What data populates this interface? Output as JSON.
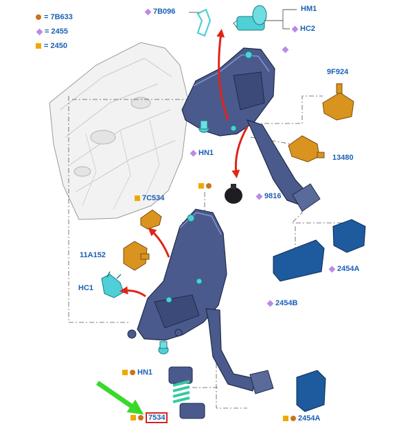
{
  "colors": {
    "label": "#1a5fb4",
    "dot_marker": "#c8761a",
    "square_marker": "#f0a800",
    "diamond_marker": "#b98ae8",
    "arrow_red": "#e02418",
    "arrow_green": "#39d92b",
    "highlight_box": "#d9241c",
    "pedal_body": "#4a5a8c",
    "pad_blue": "#1d5a9e",
    "switch_orange": "#d9931f",
    "clip_cyan": "#4fcfd6",
    "bulkhead": "#f0f0f0"
  },
  "legend": [
    {
      "marker": "dot",
      "eq": "=",
      "code": "7B633"
    },
    {
      "marker": "diamond",
      "eq": "=",
      "code": "2455"
    },
    {
      "marker": "square",
      "eq": "=",
      "code": "2450"
    }
  ],
  "callouts": {
    "c7b096": "7B096",
    "hm1": "HM1",
    "hc2": "HC2",
    "c9f924": "9F924",
    "c13480": "13480",
    "hn1_top": "HN1",
    "c9816": "9816",
    "c7c534": "7C534",
    "c11a152": "11A152",
    "hc1": "HC1",
    "c2454a_mid": "2454A",
    "c2454b": "2454B",
    "hn1_bottom": "HN1",
    "c7534": "7534",
    "c2454a_bottom": "2454A"
  },
  "icons": {
    "dot_marker": "orange-dot-icon",
    "diamond_marker": "purple-diamond-icon",
    "square_marker": "yellow-square-icon"
  }
}
